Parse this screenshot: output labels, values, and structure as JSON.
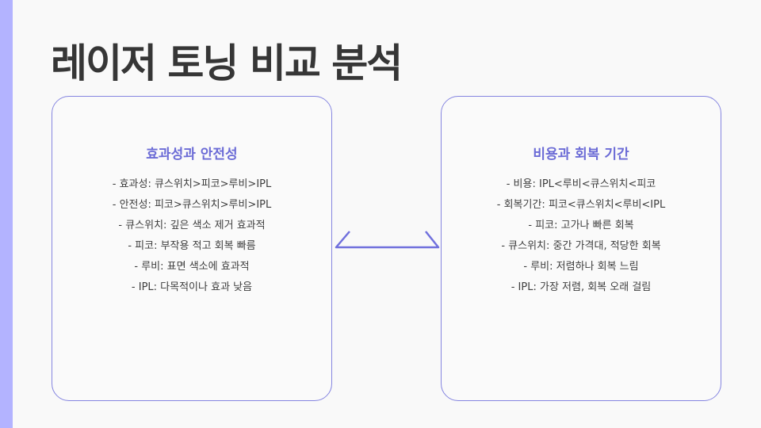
{
  "slide": {
    "title": "레이저 토닝 비교 분석",
    "colors": {
      "accent": "#b3b3ff",
      "border": "#8585e0",
      "heading": "#6b6bd6",
      "text": "#3e3e3e",
      "title": "#363636"
    },
    "left_card": {
      "heading": "효과성과 안전성",
      "items": [
        "- 효과성: 큐스위치>피코>루비>IPL",
        "- 안전성: 피코>큐스위치>루비>IPL",
        "- 큐스위치: 깊은 색소 제거 효과적",
        "- 피코: 부작용 적고 회복 빠름",
        "- 루비: 표면 색소에 효과적",
        "- IPL: 다목적이나 효과 낮음"
      ]
    },
    "right_card": {
      "heading": "비용과 회복 기간",
      "items": [
        "- 비용: IPL<루비<큐스위치<피코",
        "- 회복기간: 피코<큐스위치<루비<IPL",
        "- 피코: 고가나 빠른 회복",
        "- 큐스위치: 중간 가격대, 적당한 회복",
        "- 루비: 저렴하나 회복 느림",
        "- IPL: 가장 저렴, 회복 오래 걸림"
      ]
    }
  }
}
